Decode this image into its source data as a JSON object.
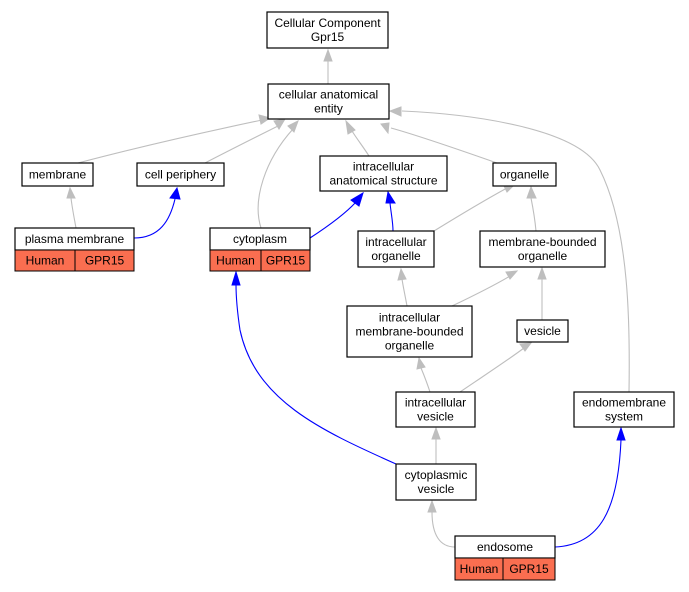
{
  "colors": {
    "annotation_fill": "#fa6e50",
    "gray_edge": "#bebebe",
    "blue_edge": "#0000ff",
    "node_border": "#000000"
  },
  "nodes": {
    "root": [
      "Cellular Component",
      "Gpr15"
    ],
    "cae": [
      "cellular anatomical",
      "entity"
    ],
    "membrane": [
      "membrane"
    ],
    "cellper": [
      "cell periphery"
    ],
    "ias": [
      "intracellular",
      "anatomical structure"
    ],
    "organelle": [
      "organelle"
    ],
    "plasmamem": [
      "plasma membrane"
    ],
    "cytoplasm": [
      "cytoplasm"
    ],
    "intraorg": [
      "intracellular",
      "organelle"
    ],
    "mbo": [
      "membrane-bounded",
      "organelle"
    ],
    "imbo": [
      "intracellular",
      "membrane-bounded",
      "organelle"
    ],
    "vesicle": [
      "vesicle"
    ],
    "iv": [
      "intracellular",
      "vesicle"
    ],
    "endomem": [
      "endomembrane",
      "system"
    ],
    "cv": [
      "cytoplasmic",
      "vesicle"
    ],
    "endosome": [
      "endosome"
    ]
  },
  "annotations": {
    "plasmamem": [
      "Human",
      "GPR15"
    ],
    "cytoplasm": [
      "Human",
      "GPR15"
    ],
    "endosome": [
      "Human",
      "GPR15"
    ]
  }
}
